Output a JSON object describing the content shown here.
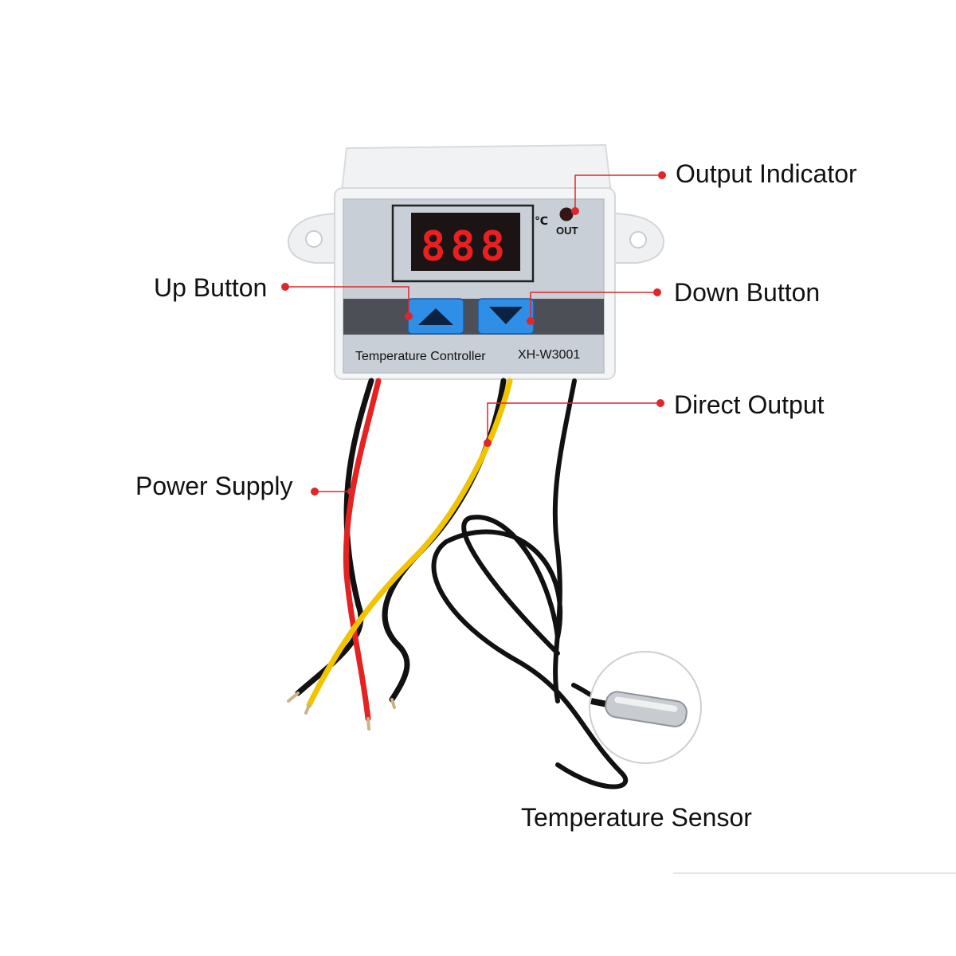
{
  "device": {
    "display_digits": "888",
    "unit": "℃",
    "out_label": "OUT",
    "panel_text": "Temperature Controller",
    "model": "XH-W3001"
  },
  "callouts": {
    "output_indicator": "Output Indicator",
    "up_button": "Up Button",
    "down_button": "Down Button",
    "direct_output": "Direct Output",
    "power_supply": "Power Supply",
    "temperature_sensor": "Temperature Sensor"
  },
  "colors": {
    "leader_line": "#e0262b",
    "leader_dot": "#e0262b",
    "led_digits": "#e82020",
    "button_blue": "#2f8fe6",
    "panel_gray": "#c9cfd6",
    "band_dark": "#4c5056",
    "wire_red": "#e52222",
    "wire_yellow": "#f2c400",
    "wire_black": "#111111"
  }
}
